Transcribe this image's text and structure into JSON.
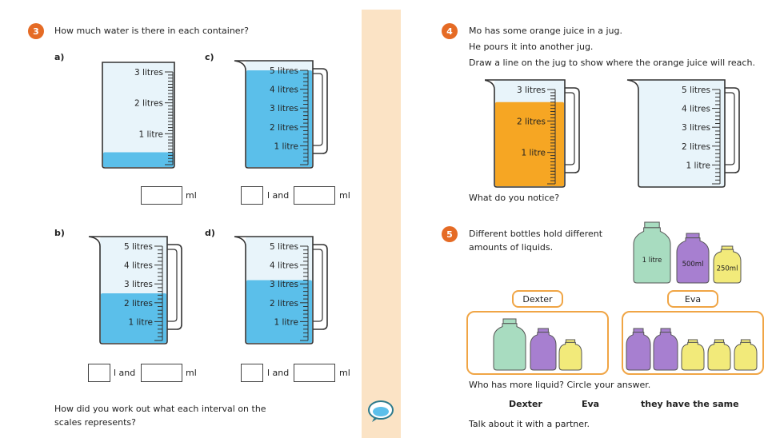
{
  "q3": {
    "number": "3",
    "question": "How much water is there in each container?",
    "parts": {
      "a": "a)",
      "b": "b)",
      "c": "c)",
      "d": "d)"
    },
    "containers": {
      "a": {
        "labels": [
          "3 litres",
          "2 litres",
          "1 litre"
        ],
        "fill_litres": 0.4,
        "max_litres": 3,
        "liquid_color": "#5bbfea"
      },
      "b": {
        "labels": [
          "5 litres",
          "4 litres",
          "3 litres",
          "2 litres",
          "1 litre"
        ],
        "fill_litres": 2.5,
        "max_litres": 5,
        "liquid_color": "#5bbfea"
      },
      "c": {
        "labels": [
          "5 litres",
          "4 litres",
          "3 litres",
          "2 litres",
          "1 litre"
        ],
        "fill_litres": 5,
        "max_litres": 5,
        "liquid_color": "#5bbfea"
      },
      "d": {
        "labels": [
          "5 litres",
          "4 litres",
          "3 litres",
          "2 litres",
          "1 litre"
        ],
        "fill_litres": 3.2,
        "max_litres": 5,
        "liquid_color": "#5bbfea"
      }
    },
    "answer_ml": "ml",
    "answer_l_and": "l and",
    "followup_line1": "How did you work out what each interval on the",
    "followup_line2": "scales represents?"
  },
  "q4": {
    "number": "4",
    "line1": "Mo has some orange juice in a jug.",
    "line2": "He pours it into another jug.",
    "line3": "Draw a line on the jug to show where the orange juice will reach.",
    "jug1_labels": [
      "3 litres",
      "2 litres",
      "1 litre"
    ],
    "jug1_fill_litres": 2.6,
    "jug2_labels": [
      "5 litres",
      "4 litres",
      "3 litres",
      "2 litres",
      "1 litre"
    ],
    "juice_color": "#f6a623",
    "notice": "What do you notice?"
  },
  "q5": {
    "number": "5",
    "line1": "Different bottles hold different",
    "line2": "amounts of liquids.",
    "bottle_labels": [
      "1 litre",
      "500ml",
      "250ml"
    ],
    "bottle_colors": {
      "green": "#a8dcc0",
      "purple": "#a77fd0",
      "yellow": "#f2ea7a"
    },
    "dexter": "Dexter",
    "eva": "Eva",
    "question": "Who has more liquid? Circle your answer.",
    "choices": [
      "Dexter",
      "Eva",
      "they have the same"
    ],
    "talk": "Talk about it with a partner."
  }
}
